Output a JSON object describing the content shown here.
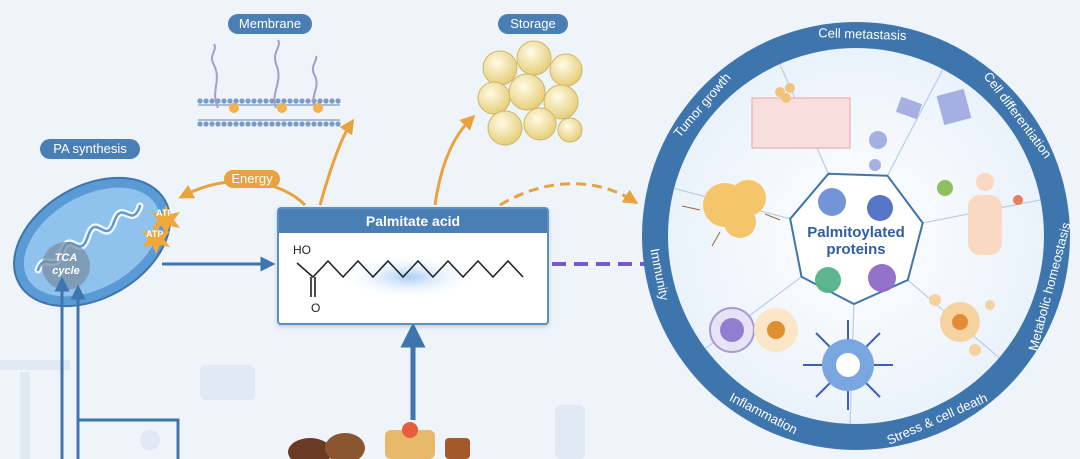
{
  "labels": {
    "membrane": "Membrane",
    "storage": "Storage",
    "pa_synthesis": "PA synthesis",
    "energy": "Energy",
    "atp": "ATP",
    "tca": "TCA cycle",
    "palmitate_acid": "Palmitate acid",
    "ho": "HO",
    "o": "O",
    "center": [
      "Palmitoylated",
      "proteins"
    ]
  },
  "wheel_segments": [
    "Cell metastasis",
    "Cell differentiation",
    "Metabolic homeostasis",
    "Stress & cell death",
    "Inflammation",
    "Immunity",
    "Tumor growth"
  ],
  "colors": {
    "accent_blue": "#4a7fb5",
    "ring_blue": "#3f75ad",
    "energy_orange": "#e8a33d",
    "arrow_purple": "#7a5bd6"
  }
}
